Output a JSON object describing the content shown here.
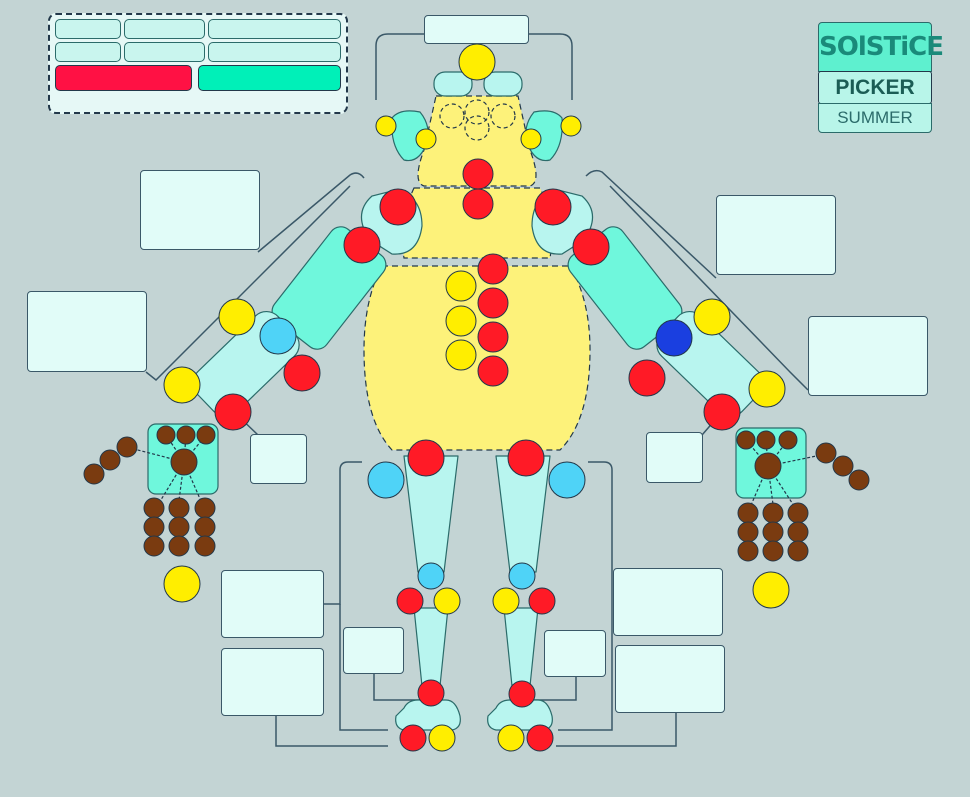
{
  "logo": {
    "title": "SOlSTiCE",
    "subtitle": "PICKER",
    "season": "SUMMER"
  },
  "colors": {
    "background": "#c3d4d4",
    "zone_torso": "#fdf27a",
    "zone_limb_light": "#b8f5ef",
    "zone_limb_mid": "#6ff7dc",
    "point_red": "#ff1a26",
    "point_yellow": "#ffee00",
    "point_blue": "#4fd3f7",
    "point_selected": "#1a3fe0",
    "point_brown": "#7a3b10",
    "button_red": "#ff1144",
    "button_green": "#00f0b8"
  },
  "legend": {
    "rows": 2,
    "buttons": [
      {
        "name": "red",
        "state": "idle"
      },
      {
        "name": "green",
        "state": "idle"
      }
    ]
  },
  "annotation_fields": [
    {
      "id": "upper-arm-left",
      "value": ""
    },
    {
      "id": "forearm-left",
      "value": ""
    },
    {
      "id": "wrist-left",
      "value": ""
    },
    {
      "id": "upper-arm-right",
      "value": ""
    },
    {
      "id": "forearm-right",
      "value": ""
    },
    {
      "id": "wrist-right",
      "value": ""
    },
    {
      "id": "head-top",
      "value": ""
    },
    {
      "id": "thigh-left",
      "value": ""
    },
    {
      "id": "foot-left",
      "value": ""
    },
    {
      "id": "knee-left",
      "value": ""
    },
    {
      "id": "thigh-right",
      "value": ""
    },
    {
      "id": "foot-right",
      "value": ""
    },
    {
      "id": "knee-right",
      "value": ""
    }
  ]
}
